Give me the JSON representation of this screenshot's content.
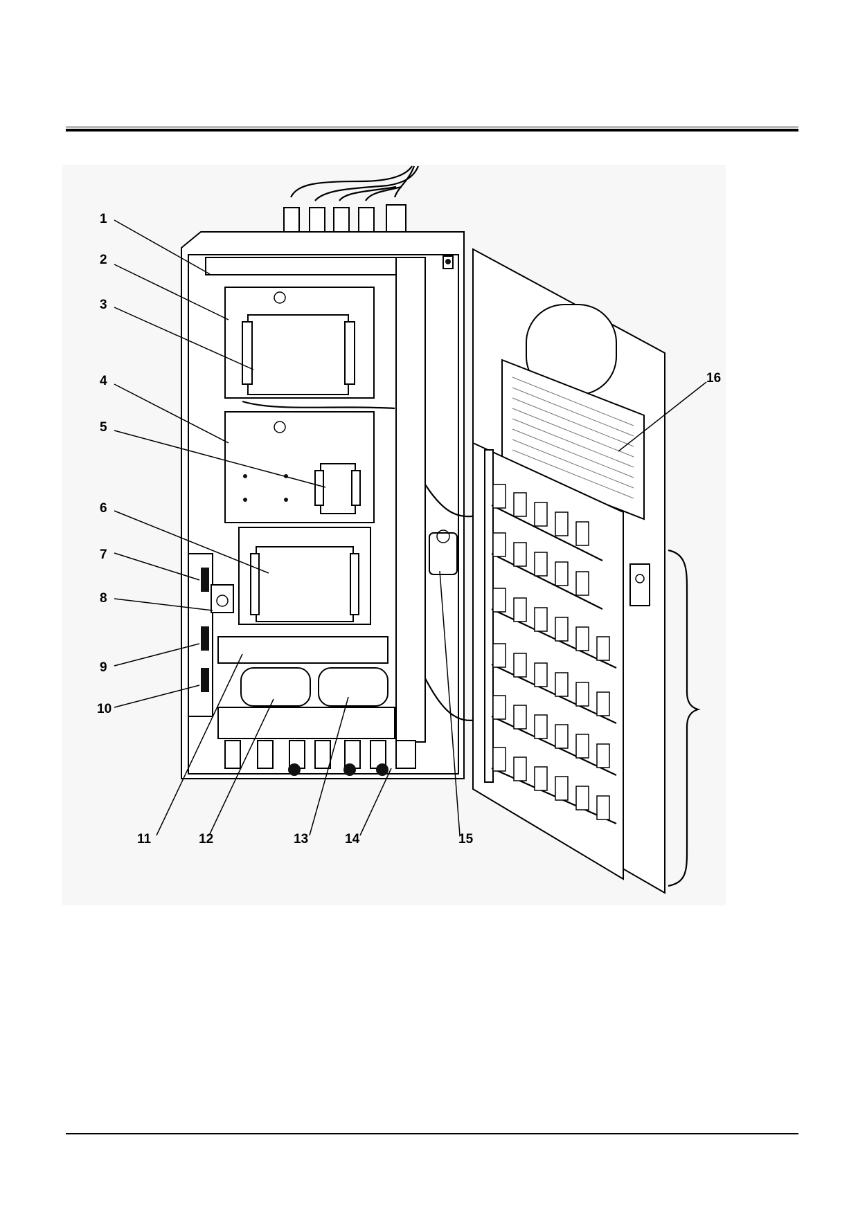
{
  "figure": {
    "callouts": [
      "1",
      "2",
      "3",
      "4",
      "5",
      "6",
      "7",
      "8",
      "9",
      "10",
      "11",
      "12",
      "13",
      "14",
      "15",
      "16"
    ]
  }
}
